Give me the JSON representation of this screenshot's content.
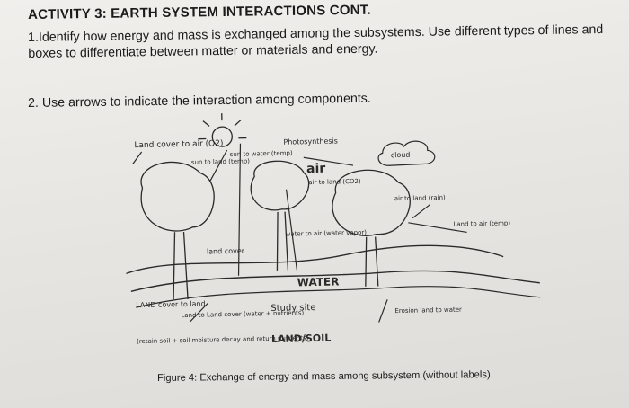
{
  "header": {
    "title": "ACTIVITY 3: EARTH SYSTEM INTERACTIONS CONT."
  },
  "instructions": {
    "q1": "1.Identify how energy and mass is exchanged among the subsystems. Use different types of lines and boxes to differentiate between matter or materials and energy.",
    "q2": "2. Use arrows to indicate the interaction among components."
  },
  "sketch": {
    "labels": {
      "land_cover_air": "Land cover to air (O2)",
      "sun_to_land": "sun to land (temp)",
      "sun_to_water": "sun to water (temp)",
      "photosynthesis": "Photosynthesis",
      "air": "air",
      "air_to_land": "air to land (CO2)",
      "cloud": "cloud",
      "air_to_land_rain": "air to land (rain)",
      "land_to_air": "Land to air (temp)",
      "land_cover_left": "land cover",
      "water_to_air": "water to air (water vapor)",
      "water": "WATER",
      "land_cover_to_land": "LAND cover to land",
      "retain_soil": "(retain soil + soil moisture decay and return nutrients)",
      "land_to_land_cover": "Land to Land cover (water + nutrients)",
      "study_site": "Study site",
      "erosion": "Erosion land to water",
      "land_soil": "LAND/SOIL"
    }
  },
  "figure": {
    "caption": "Figure 4: Exchange of energy and mass among subsystem (without labels)."
  }
}
